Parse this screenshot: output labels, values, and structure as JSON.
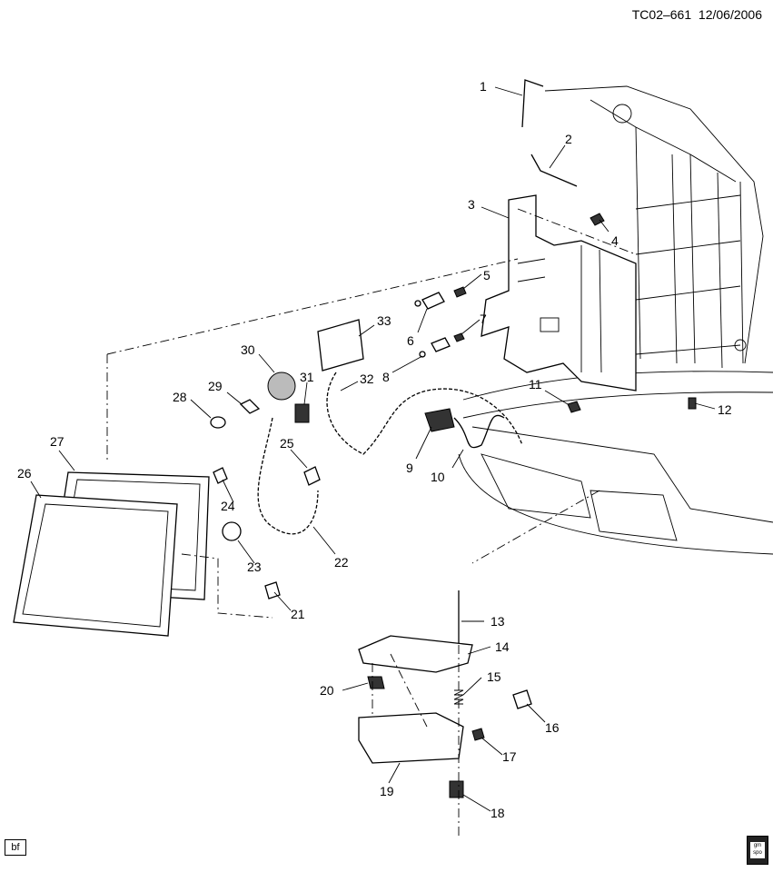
{
  "header": {
    "code": "TC02–661",
    "date": "12/06/2006"
  },
  "footer": {
    "badge": "bf",
    "logo": "gm spo"
  },
  "callouts": [
    "1",
    "2",
    "3",
    "4",
    "5",
    "6",
    "7",
    "8",
    "9",
    "10",
    "11",
    "12",
    "13",
    "14",
    "15",
    "16",
    "17",
    "18",
    "19",
    "20",
    "21",
    "22",
    "23",
    "24",
    "25",
    "26",
    "27",
    "28",
    "29",
    "30",
    "31",
    "32",
    "33"
  ]
}
